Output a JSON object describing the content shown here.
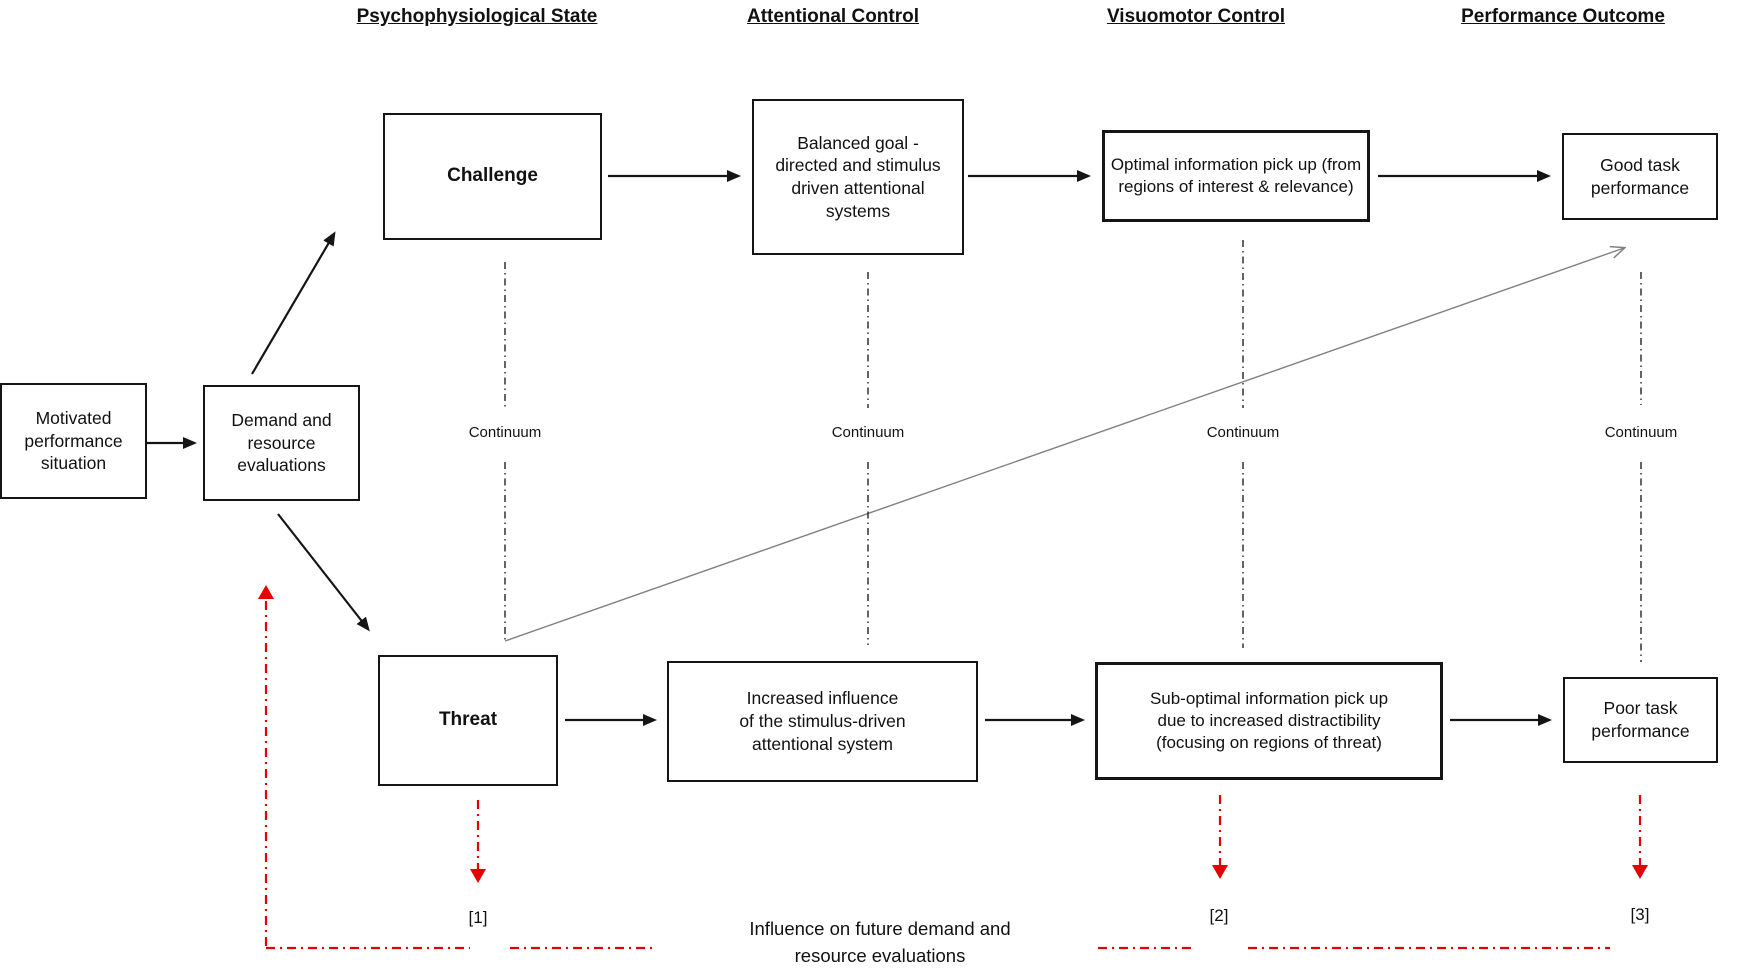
{
  "diagram": {
    "headers": {
      "col1": "Psychophysiological State",
      "col2": "Attentional Control",
      "col3": "Visuomotor Control",
      "col4": "Performance Outcome"
    },
    "boxes": {
      "motivated": "Motivated\nperformance\nsituation",
      "demand": "Demand and\nresource\nevaluations",
      "challenge": "Challenge",
      "threat": "Threat",
      "balanced": "Balanced goal -\ndirected and stimulus\ndriven attentional\nsystems",
      "optimal": "Optimal information pick up (from\nregions of interest & relevance)",
      "good": "Good task\nperformance",
      "increased": "Increased influence\nof the stimulus-driven\nattentional system",
      "suboptimal": "Sub-optimal information pick up\ndue to increased distractibility\n(focusing on regions of threat)",
      "poor": "Poor task\nperformance"
    },
    "continuum_label": "Continuum",
    "feedback": {
      "ref1": "[1]",
      "ref2": "[2]",
      "ref3": "[3]",
      "note": "Influence on future demand and\nresource evaluations"
    },
    "colors": {
      "line_black": "#151515",
      "feedback_red": "#e60000",
      "diagonal_gray": "#808080"
    }
  }
}
